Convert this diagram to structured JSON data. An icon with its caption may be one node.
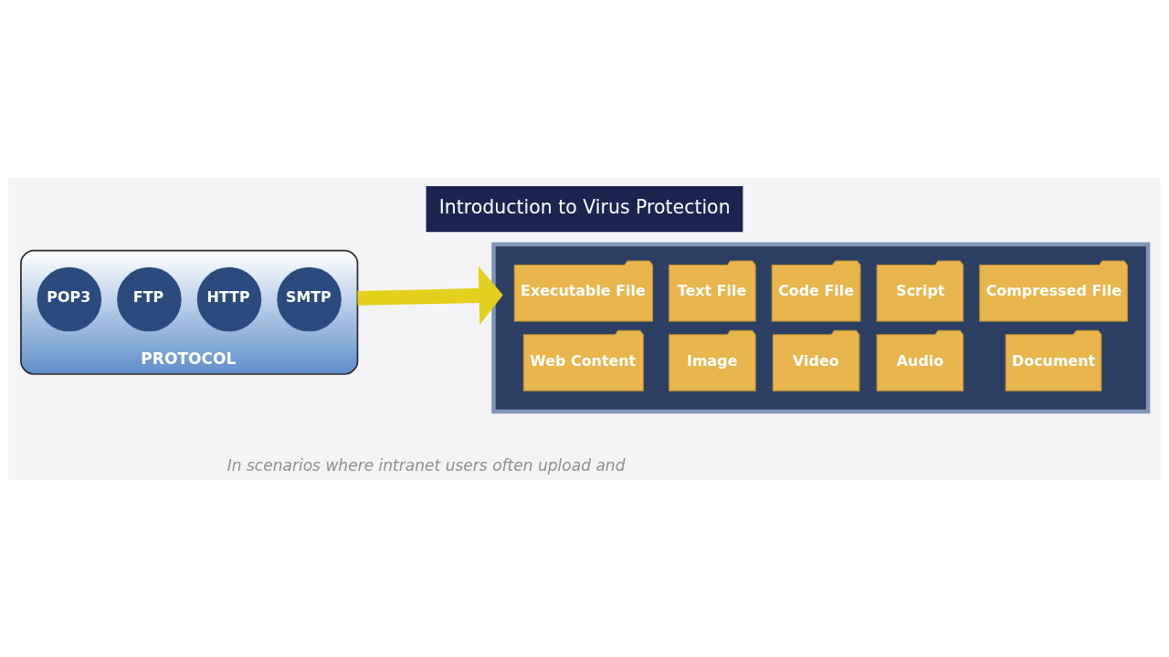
{
  "diagram": {
    "title": "Introduction to Virus Protection",
    "nodes": [
      {
        "text": [
          "PROTOCOL"
        ]
      },
      {
        "text": [
          "POP3"
        ],
        "in": 0
      },
      {
        "text": [
          "FTP"
        ],
        "in": 0
      },
      {
        "text": [
          "HTTP"
        ],
        "in": 0
      },
      {
        "text": [
          "SMTP"
        ],
        "in": 0
      },
      {
        "text": [],
        "shape": "box"
      },
      {
        "text": [
          "Executable File"
        ],
        "in": 5
      },
      {
        "text": [
          "Text File"
        ],
        "in": 5
      },
      {
        "text": [
          "Code File"
        ],
        "in": 5
      },
      {
        "text": [
          "Script"
        ],
        "in": 5
      },
      {
        "text": [
          "Compressed File"
        ],
        "in": 5
      },
      {
        "text": [
          "Web Content"
        ],
        "in": 5
      },
      {
        "text": [
          "Image"
        ],
        "in": 5
      },
      {
        "text": [
          "Video"
        ],
        "in": 5
      },
      {
        "text": [
          "Audio"
        ],
        "in": 5
      },
      {
        "text": [
          "Document"
        ],
        "in": 5
      }
    ],
    "edges": [
      {
        "from": 0,
        "to": 5,
        "arrow": "to",
        "color": "#e2d01c"
      }
    ],
    "labels": [
      "In scenarios where intranet users often upload and"
    ]
  }
}
